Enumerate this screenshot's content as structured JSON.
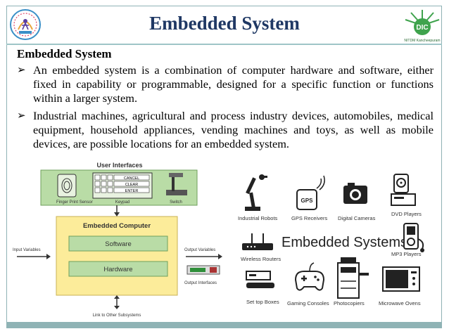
{
  "slide": {
    "title": "Embedded System",
    "subheading": "Embedded System",
    "bullets": [
      "An embedded system is a combination of computer hardware and software, either fixed in capability or programmable, designed for a specific function or functions within a larger system.",
      "Industrial machines, agricultural and process industry devices, automobiles, medical equipment, household appliances, vending machines and toys, as well as mobile devices, are possible locations for an embedded system."
    ],
    "bullet_marker": "➢",
    "logo_right_caption": "NITDM Kancheepuram"
  },
  "diagram": {
    "user_interfaces": "User Interfaces",
    "finger_print": "Finger Print Sensor",
    "keypad": "Keypad",
    "switch": "Switch",
    "keys": {
      "cancel": "CANCEL",
      "clear": "CLEAR",
      "enter": "ENTER"
    },
    "embedded_computer": "Embedded Computer",
    "software": "Software",
    "hardware": "Hardware",
    "input_variables": "Input Variables",
    "output_variables": "Output Variables",
    "output_interfaces": "Output Interfaces",
    "link": "Link to Other Subsystems"
  },
  "devices": {
    "center_label": "Embedded Systems",
    "items": {
      "robots": "Industrial Robots",
      "gps": "GPS Receivers",
      "gps_screen": "GPS",
      "cameras": "Digital Cameras",
      "dvd": "DVD Players",
      "routers": "Wireless Routers",
      "mp3": "MP3 Players",
      "settop": "Set top Boxes",
      "gaming": "Gaming Consoles",
      "photocopiers": "Photocopiers",
      "microwave": "Microwave Ovens"
    }
  },
  "colors": {
    "title": "#1f3864",
    "frame": "#8fb2b5",
    "panel_green": "#b9dca6",
    "panel_yellow": "#fcec9a",
    "box_green": "#b9dca6"
  }
}
